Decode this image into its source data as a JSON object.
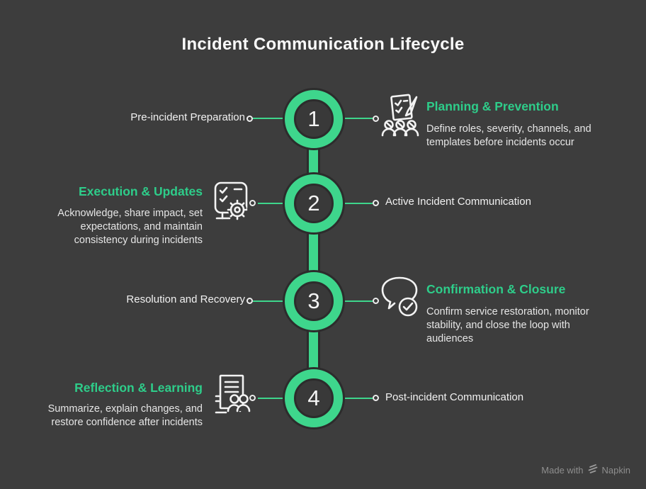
{
  "title": "Incident Communication Lifecycle",
  "colors": {
    "background": "#3d3d3d",
    "accent_green": "#3ed68c",
    "heading_green": "#2ecd8a",
    "dark_outline": "#2c2c2c",
    "text_light": "#f1f1f1",
    "watermark_gray": "#8e8e8e"
  },
  "steps": [
    {
      "number": "1",
      "side": "right",
      "label": "Pre-incident Preparation",
      "heading": "Planning & Prevention",
      "description": "Define roles, severity, channels, and templates before incidents occur",
      "icon": "checklist-pencil-audience-icon"
    },
    {
      "number": "2",
      "side": "left",
      "label": "Active Incident Communication",
      "heading": "Execution & Updates",
      "description": "Acknowledge, share impact, set expectations, and maintain consistency during incidents",
      "icon": "checklist-gear-icon"
    },
    {
      "number": "3",
      "side": "right",
      "label": "Resolution and Recovery",
      "heading": "Confirmation & Closure",
      "description": "Confirm service restoration, monitor stability, and close the loop with audiences",
      "icon": "chat-check-icon"
    },
    {
      "number": "4",
      "side": "left",
      "label": "Post-incident Communication",
      "heading": "Reflection & Learning",
      "description": "Summarize, explain changes, and restore confidence after incidents",
      "icon": "document-people-icon"
    }
  ],
  "watermark": {
    "text_prefix": "Made with",
    "brand": "Napkin"
  }
}
